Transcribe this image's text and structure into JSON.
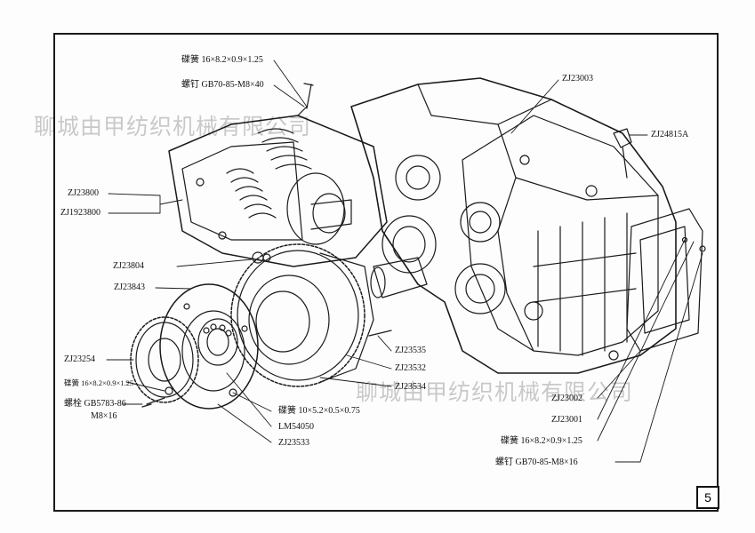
{
  "watermark": {
    "top": "聊城由甲纺织机械有限公司",
    "bottom": "聊城由甲纺织机械有限公司"
  },
  "page_number": "5",
  "labels": {
    "l1": "碟簧 16×8.2×0.9×1.25",
    "l2": "螺钉 GB70-85-M8×40",
    "l3": "ZJ23003",
    "l4": "ZJ24815A",
    "l5": "ZJ23800",
    "l6": "ZJ1923800",
    "l7": "ZJ23804",
    "l8": "ZJ23843",
    "l9": "ZJ23254",
    "l10": "碟簧 16×8.2×0.9×1.25",
    "l11": "螺栓 GB5783-86",
    "l11b": "M8×16",
    "l12": "ZJ23535",
    "l13": "ZJ23532",
    "l14": "ZJ23534",
    "l15": "碟簧 10×5.2×0.5×0.75",
    "l16": "LM54050",
    "l17": "ZJ23533",
    "l18": "ZJ23002",
    "l19": "ZJ23001",
    "l20": "碟簧 16×8.2×0.9×1.25",
    "l21": "螺钉 GB70-85-M8×16"
  },
  "colors": {
    "ink": "#1a1a1a",
    "paper": "#fdfdfd"
  }
}
